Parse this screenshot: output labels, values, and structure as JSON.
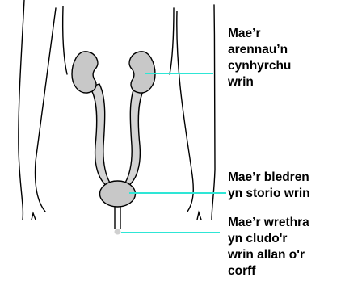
{
  "labels": {
    "kidneys": [
      "Mae’r",
      "arennau’n",
      "cynhyrchu",
      "wrin"
    ],
    "bladder": [
      "Mae’r bledren",
      "yn storio wrin"
    ],
    "urethra": [
      "Mae’r wrethra",
      "yn cludo'r",
      "wrin allan o'r",
      "corff"
    ]
  },
  "colors": {
    "organ_fill": "#c8c8c8",
    "ureter_fill": "#d4d4d4",
    "outline": "#000000",
    "pointer": "#2ee6d6",
    "urethra_tip": "#d0d0d0"
  }
}
